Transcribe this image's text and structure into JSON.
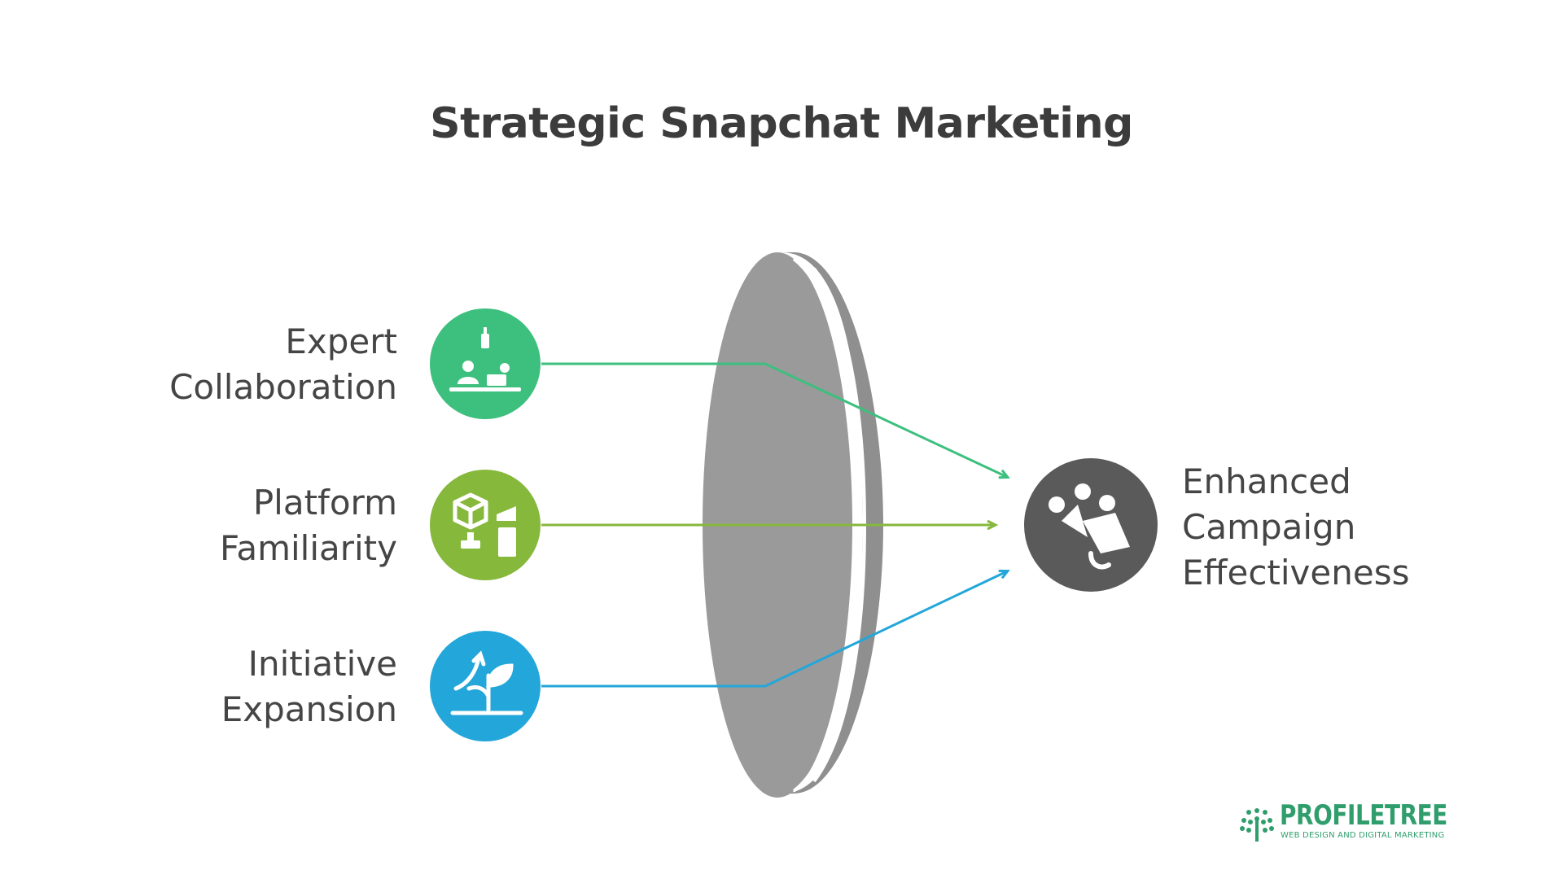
{
  "title": "Strategic Snapchat Marketing",
  "inputs": [
    {
      "id": "expert",
      "lines": [
        "Expert",
        "Collaboration"
      ],
      "color": "#3dbf7e",
      "icon": "team-collaboration-icon"
    },
    {
      "id": "platform",
      "lines": [
        "Platform",
        "Familiarity"
      ],
      "color": "#86b83c",
      "icon": "platform-blocks-icon"
    },
    {
      "id": "initiative",
      "lines": [
        "Initiative",
        "Expansion"
      ],
      "color": "#23a6d9",
      "icon": "growth-sprout-icon"
    }
  ],
  "output": {
    "lines": [
      "Enhanced",
      "Campaign",
      "Effectiveness"
    ],
    "color": "#5a5a5a",
    "icon": "team-megaphone-icon"
  },
  "lens": {
    "color": "#9a9a9a"
  },
  "logo": {
    "name": "PROFILETREE",
    "tagline": "WEB DESIGN AND DIGITAL MARKETING",
    "color": "#2f9e6c"
  }
}
